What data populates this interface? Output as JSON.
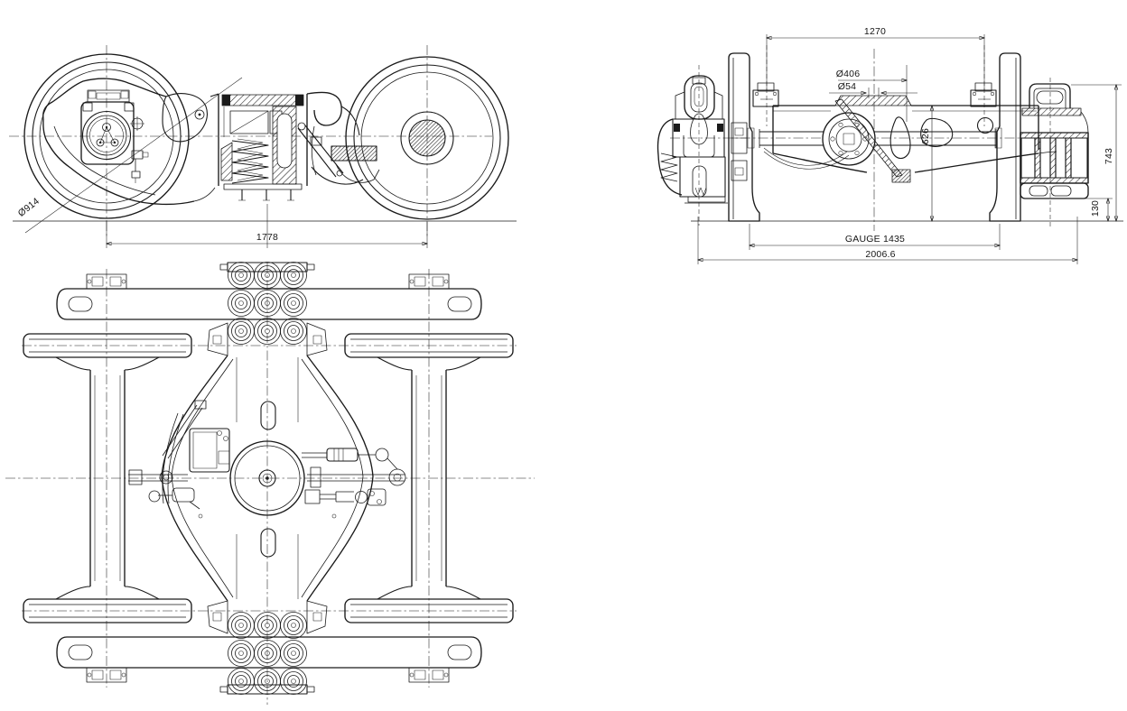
{
  "sheet": {
    "background": "#ffffff",
    "line_color": "#1a1a1a",
    "description": "Railway freight bogie general-arrangement drawing, three orthographic views"
  },
  "side_view": {
    "dims": {
      "wheel_diameter": "Ø914",
      "wheelbase": "1778"
    }
  },
  "front_view": {
    "dims": {
      "spring_plank_span": "1270",
      "disc_diameter": "Ø406",
      "hub_diameter": "Ø54",
      "axle_center_height": "626",
      "spring_assembly_height": "743",
      "shoe_height": "130",
      "track_gauge": "GAUGE 1435",
      "overall_axle_width": "2006.6"
    }
  }
}
